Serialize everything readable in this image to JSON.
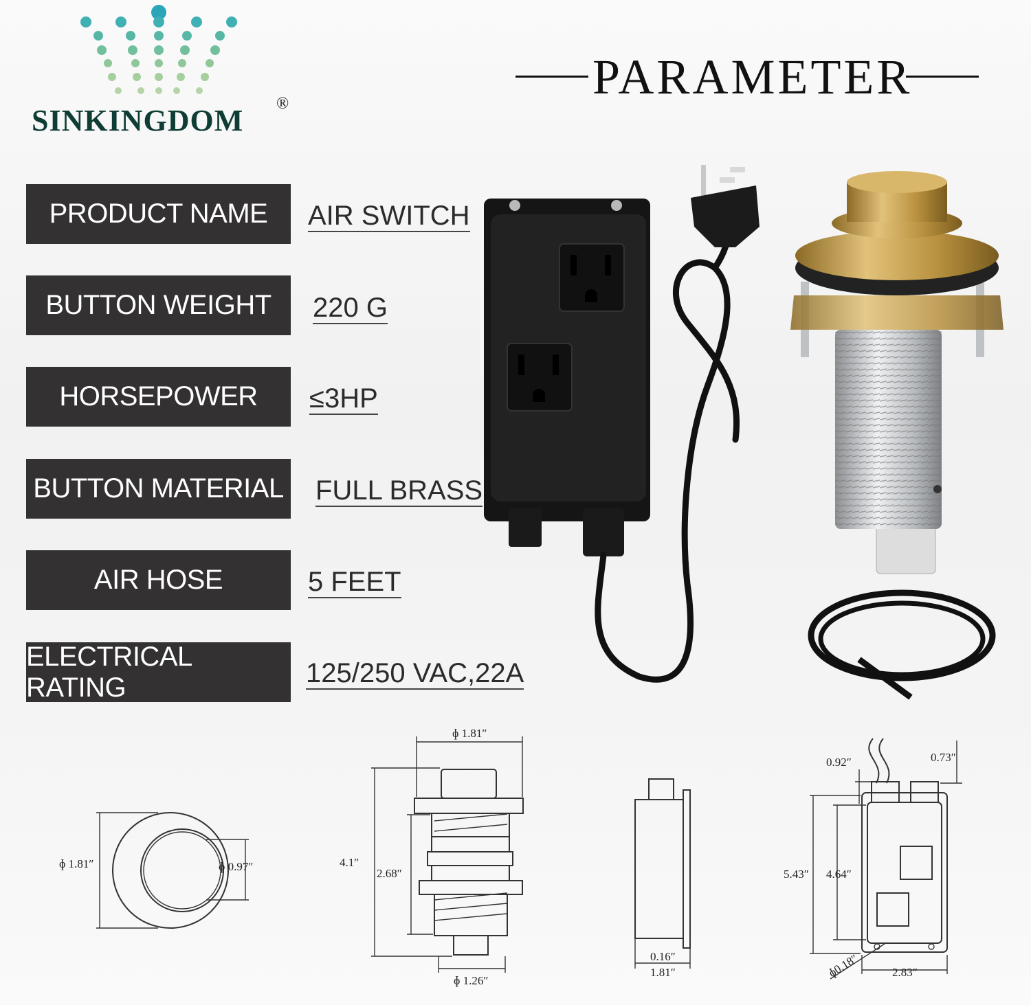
{
  "brand": {
    "name": "SINKINGDOM",
    "registered": "®"
  },
  "title": "PARAMETER",
  "specs": [
    {
      "label": "PRODUCT NAME",
      "value": "AIR SWITCH"
    },
    {
      "label": "BUTTON WEIGHT",
      "value": "220 G"
    },
    {
      "label": "HORSEPOWER",
      "value": "≤3HP"
    },
    {
      "label": "BUTTON MATERIAL",
      "value": "FULL BRASS"
    },
    {
      "label": "AIR HOSE",
      "value": "5 FEET"
    },
    {
      "label": "ELECTRICAL RATING",
      "value": "125/250 VAC,22A"
    }
  ],
  "dimensions": {
    "top_view": {
      "outer": "ɸ 1.81″",
      "inner": "ɸ 0.97″"
    },
    "button_side": {
      "top_dia": "ɸ 1.81″",
      "height": "4.1″",
      "thread": "2.68″",
      "bottom_dia": "ɸ 1.26″"
    },
    "box_side": {
      "thick": "0.16″",
      "width": "1.81″"
    },
    "box_front": {
      "top_left": "0.92″",
      "top_right": "0.73″",
      "height": "5.43″",
      "inner_height": "4.64″",
      "hole": "ɸ0.18″",
      "width": "2.83″"
    }
  },
  "colors": {
    "label_bg": "#333132",
    "logo_text": "#0f3d35",
    "button_gold": "#c9a24a",
    "box": "#1c1c1c"
  }
}
